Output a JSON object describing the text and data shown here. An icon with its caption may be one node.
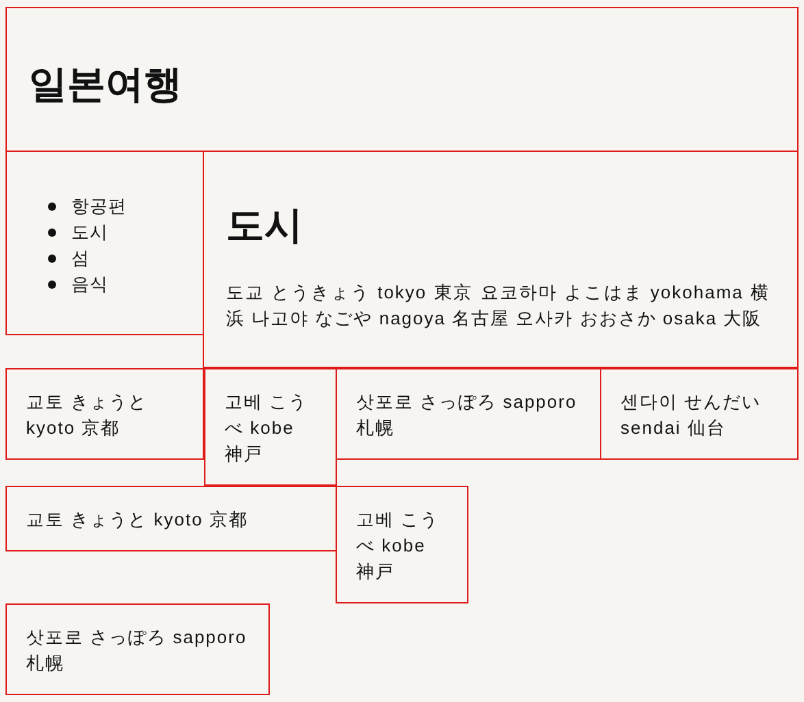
{
  "diagram": {
    "nodes": [
      {
        "text": [
          "일본여행"
        ]
      },
      {
        "text": [
          "항공편",
          "도시",
          "섬",
          "음식"
        ]
      },
      {
        "text": [
          "도시",
          "도교 とうきょう tokyo 東京 요코하마 よこはま yokohama 横浜 나고야 なごや nagoya 名古屋 오사카 おおさか osaka 大阪"
        ]
      },
      {
        "text": [
          "교토 きょうと kyoto 京都"
        ]
      },
      {
        "text": [
          "고베 こうべ kobe 神戸"
        ]
      },
      {
        "text": [
          "삿포로 さっぽろ sapporo 札幌"
        ]
      },
      {
        "text": [
          "센다이 せんだい sendai 仙台"
        ]
      },
      {
        "text": [
          "교토 きょうと kyoto 京都"
        ]
      },
      {
        "text": [
          "고베 こうべ kobe 神戸"
        ]
      },
      {
        "text": [
          "삿포로 さっぽろ sapporo 札幌"
        ]
      }
    ]
  }
}
